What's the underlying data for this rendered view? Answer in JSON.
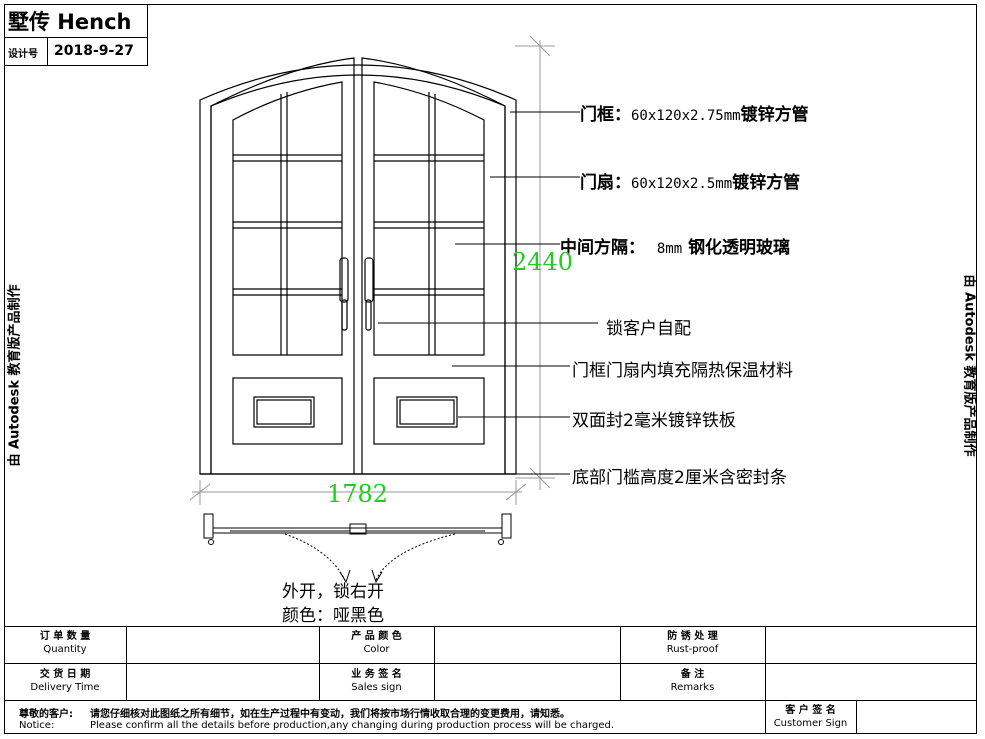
{
  "header": {
    "brand": "墅传 Hench",
    "design_no_label": "设计号",
    "date": "2018-9-27"
  },
  "watermark": {
    "left": "由 Autodesk 教育版产品制作",
    "right": "由 Autodesk 教育版产品制作"
  },
  "callouts": {
    "frame": {
      "label": "门框：",
      "spec": "60x120x2.75mm",
      "material": "镀锌方管"
    },
    "leaf": {
      "label": "门扇：",
      "spec": "60x120x2.5mm",
      "material": "镀锌方管"
    },
    "glass": {
      "label": "中间方隔：",
      "spec": "8mm",
      "material": "钢化透明玻璃"
    },
    "lock": "锁客户自配",
    "insulation": "门框门扇内填充隔热保温材料",
    "panel": "双面封2毫米镀锌铁板",
    "threshold": "底部门槛高度2厘米含密封条"
  },
  "dimensions": {
    "height": "2440",
    "width": "1782"
  },
  "notes": {
    "opening": "外开，锁右开",
    "color": "颜色：哑黑色"
  },
  "table": {
    "quantity_cn": "订 单 数 量",
    "quantity_en": "Quantity",
    "color_cn": "产 品 颜 色",
    "color_en": "Color",
    "rust_cn": "防 锈 处 理",
    "rust_en": "Rust-proof",
    "delivery_cn": "交 货 日 期",
    "delivery_en": "Delivery Time",
    "sales_cn": "业 务 签 名",
    "sales_en": "Sales sign",
    "remarks_cn": "备 注",
    "remarks_en": "Remarks",
    "notice_cn_label": "尊敬的客户:",
    "notice_cn": "请您仔细核对此图纸之所有细节，如在生产过程中有变动，我们将按市场行情收取合理的变更费用，请知悉。",
    "notice_en_label": "Notice:",
    "notice_en": "Please confirm all the details before production,any changing during production process will be charged.",
    "customer_cn": "客 户 签 名",
    "customer_en": "Customer Sign"
  }
}
